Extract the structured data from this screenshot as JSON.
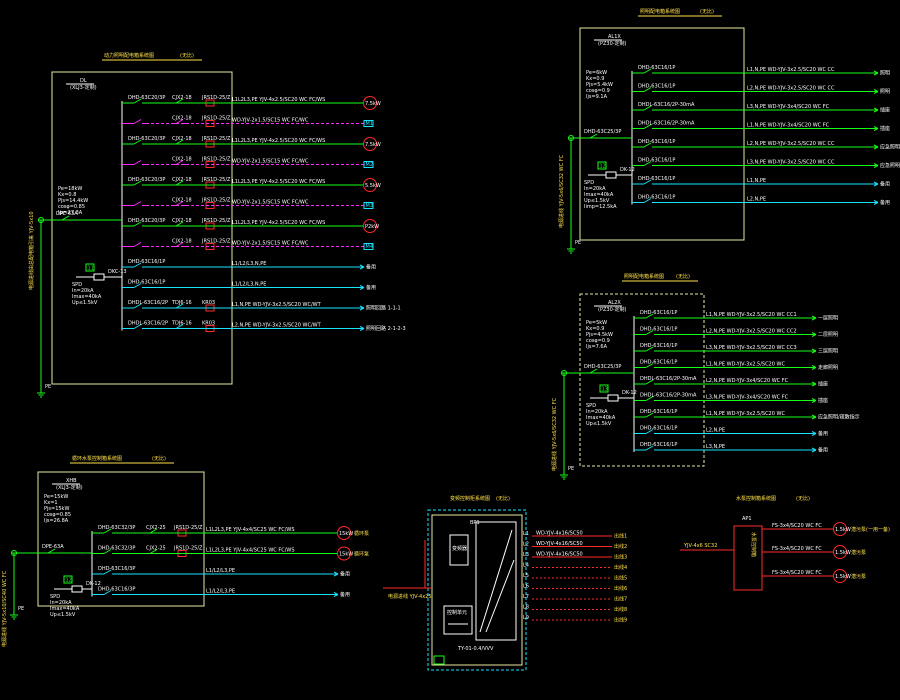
{
  "diagram_1": {
    "title": "动力照明配电箱系统图",
    "scale_note": "(无比)",
    "panel_id": "DL",
    "panel_model": "(XLJ3-定制)",
    "params": [
      "Pe=18kW",
      "Kx=0.8",
      "Pjs=14.4kW",
      "cosφ=0.85",
      "Ijs=27.3A"
    ],
    "incomer": "DPE-63A",
    "spd_tag": "11",
    "spd_name": "SPD",
    "spd_params": [
      "In=20kA",
      "Imax=40kA",
      "Up≤1.5kV"
    ],
    "fuse_tag": "DKC-13",
    "feeder_cable_label": "电源进线由总配电箱引来 YJV-5x10",
    "pe_label": "PE",
    "branches": [
      {
        "breaker": "DHD-63C20/3P",
        "contactor": "CJX2-18",
        "relay": "JRS1D-25/Z",
        "cable": "L1L2L3,PE YJV-4x2.5/SC20 WC FC/WS",
        "load": "7.5kW"
      },
      {
        "breaker": "",
        "contactor": "CJX2-18",
        "relay": "JRS1D-25/Z",
        "cable": "WD-YJV-2x1.5/SC15 WC FC/WC",
        "load": "M1"
      },
      {
        "breaker": "DHD-63C20/3P",
        "contactor": "CJX2-18",
        "relay": "JRS1D-25/Z",
        "cable": "L1L2L3,PE YJV-4x2.5/SC20 WC FC/WS",
        "load": "7.5kW"
      },
      {
        "breaker": "",
        "contactor": "CJX2-18",
        "relay": "JRS1D-25/Z",
        "cable": "WD-YJV-2x1.5/SC15 WC FC/WC",
        "load": "M2"
      },
      {
        "breaker": "DHD-63C20/3P",
        "contactor": "CJX2-18",
        "relay": "JRS1D-25/Z",
        "cable": "L1L2L3,PE YJV-4x2.5/SC20 WC FC/WS",
        "load": "5.5kW"
      },
      {
        "breaker": "",
        "contactor": "CJX2-18",
        "relay": "JRS1D-25/Z",
        "cable": "WD-YJV-2x1.5/SC15 WC FC/WC",
        "load": "M3"
      },
      {
        "breaker": "DHD-63C20/3P",
        "contactor": "CJX2-18",
        "relay": "JRS1D-25/Z",
        "cable": "L1L2L3,PE YJV-4x2.5/SC20 WC FC/WS",
        "load": "P2kW"
      },
      {
        "breaker": "",
        "contactor": "CJX2-18",
        "relay": "JRS1D-25/Z",
        "cable": "WD-YJV-2x1.5/SC15 WC FC/WC",
        "load": "M4"
      },
      {
        "breaker": "DHD-63C16/1P",
        "contactor": "",
        "relay": "",
        "cable": "L1/L2/L3,N,PE",
        "load": "备用"
      },
      {
        "breaker": "DHD-63C16/1P",
        "contactor": "",
        "relay": "",
        "cable": "L1/L2/L3,N,PE",
        "load": "备用"
      },
      {
        "breaker": "DHDL-63C16/2P",
        "contactor": "TDJ6-16",
        "relay": "KR03",
        "cable": "L1,N,PE WD-YJV-3x2.5/SC20 WC/WT",
        "load": "照明回路 1-1-1"
      },
      {
        "breaker": "DHDL-63C16/2P",
        "contactor": "TDJ6-16",
        "relay": "KR03",
        "cable": "L2,N,PE WD-YJV-3x2.5/SC20 WC/WT",
        "load": "照明回路 2-1-2-3"
      }
    ]
  },
  "diagram_2": {
    "title": "照明配电箱系统图",
    "scale_note": "(无比)",
    "panel_id": "AL1X",
    "panel_model": "(PZ30-定制)",
    "params": [
      "Pe=6kW",
      "Kx=0.9",
      "Pjs=5.4kW",
      "cosφ=0.9",
      "Ijs=9.1A"
    ],
    "incomer": "DHD-63C25/3P",
    "spd_tag": "12",
    "spd_name": "SPD",
    "spd_params": [
      "In=20kA",
      "Imax=40kA",
      "Up≤1.5kV",
      "Iimp=12.5kA"
    ],
    "fuse_tag": "DK-12",
    "feeder_cable_label": "电源进线 YJV-5x6/SC32 WC FC",
    "pe_label": "PE",
    "branches": [
      {
        "breaker": "DHD-63C16/1P",
        "cable": "L1,N,PE WD-YJV-3x2.5/SC20 WC CC",
        "load": "照明"
      },
      {
        "breaker": "DHD-63C16/1P",
        "cable": "L2,N,PE WD-YJV-3x2.5/SC20 WC CC",
        "load": "照明"
      },
      {
        "breaker": "DHDL-63C16/2P-30mA",
        "cable": "L3,N,PE WD-YJV-3x4/SC20 WC FC",
        "load": "插座"
      },
      {
        "breaker": "DHDL-63C16/2P-30mA",
        "cable": "L1,N,PE WD-YJV-3x4/SC20 WC FC",
        "load": "插座"
      },
      {
        "breaker": "DHD-63C16/1P",
        "cable": "L2,N,PE WD-YJV-3x2.5/SC20 WC CC",
        "load": "应急照明"
      },
      {
        "breaker": "DHD-63C16/1P",
        "cable": "L3,N,PE WD-YJV-3x2.5/SC20 WC CC",
        "load": "应急照明"
      },
      {
        "breaker": "DHD-63C16/1P",
        "cable": "L1,N,PE",
        "load": "备用"
      },
      {
        "breaker": "DHD-63C16/1P",
        "cable": "L2,N,PE",
        "load": "备用"
      }
    ]
  },
  "diagram_3": {
    "title": "照明配电箱系统图",
    "scale_note": "(无比)",
    "panel_id": "AL2X",
    "panel_model": "(PZ30-定制)",
    "params": [
      "Pe=5kW",
      "Kx=0.9",
      "Pjs=4.5kW",
      "cosφ=0.9",
      "Ijs=7.6A"
    ],
    "incomer": "DHD-63C25/3P",
    "spd_tag": "13",
    "spd_name": "SPD",
    "spd_params": [
      "In=20kA",
      "Imax=40kA",
      "Up≤1.5kV"
    ],
    "fuse_tag": "DK-12",
    "feeder_cable_label": "电源进线 YJV-5x6/SC32 WC FC",
    "pe_label": "PE",
    "branches": [
      {
        "breaker": "DHD-63C16/1P",
        "cable": "L1,N,PE WD-YJV-3x2.5/SC20 WC CC1",
        "load": "一层照明"
      },
      {
        "breaker": "DHD-63C16/1P",
        "cable": "L2,N,PE WD-YJV-3x2.5/SC20 WC CC2",
        "load": "二层照明"
      },
      {
        "breaker": "DHD-63C16/1P",
        "cable": "L3,N,PE WD-YJV-3x2.5/SC20 WC CC3",
        "load": "三层照明"
      },
      {
        "breaker": "DHD-63C16/1P",
        "cable": "L1,N,PE WD-YJV-3x2.5/SC20 WC",
        "load": "走廊照明"
      },
      {
        "breaker": "DHDL-63C16/2P-30mA",
        "cable": "L2,N,PE WD-YJV-3x4/SC20 WC FC",
        "load": "插座"
      },
      {
        "breaker": "DHDL-63C16/2P-30mA",
        "cable": "L3,N,PE WD-YJV-3x4/SC20 WC FC",
        "load": "插座"
      },
      {
        "breaker": "DHD-63C16/1P",
        "cable": "L1,N,PE WD-YJV-3x2.5/SC20 WC",
        "load": "应急照明/疏散指示"
      },
      {
        "breaker": "DHD-63C16/1P",
        "cable": "L2,N,PE",
        "load": "备用"
      },
      {
        "breaker": "DHD-63C16/1P",
        "cable": "L3,N,PE",
        "load": "备用"
      }
    ]
  },
  "diagram_4": {
    "title": "循环水泵控制箱系统图",
    "scale_note": "(无比)",
    "panel_id": "XHB",
    "panel_model": "(XLJ3-定制)",
    "params": [
      "Pe=15kW",
      "Kx=1",
      "Pjs=15kW",
      "cosφ=0.85",
      "Ijs=26.8A"
    ],
    "incomer": "DPE-63A",
    "spd_tag": "12",
    "spd_name": "SPD",
    "spd_params": [
      "In=20kA",
      "Imax=40kA",
      "Up≤1.5kV"
    ],
    "fuse_tag": "DK-12",
    "feeder_cable_label": "电源进线 YJV-5x10/SC40 WC FC",
    "pe_label": "PE",
    "branches": [
      {
        "breaker": "DHD-63C32/3P",
        "contactor": "CJX2-25",
        "relay": "JRS1D-25/Z",
        "cable": "L1L2L3,PE YJV-4x4/SC25 WC FC/WS",
        "load": "15kW",
        "tag": "循环泵"
      },
      {
        "breaker": "DHD-63C32/3P",
        "contactor": "CJX2-25",
        "relay": "JRS1D-25/Z",
        "cable": "L1L2L3,PE YJV-4x4/SC25 WC FC/WS",
        "load": "15kW",
        "tag": "循环泵"
      },
      {
        "breaker": "DHD-63C16/3P",
        "cable": "L1/L2/L3,PE",
        "load": "备用"
      },
      {
        "breaker": "DHD-63C16/3P",
        "cable": "L1/L2/L3,PE",
        "load": "备用"
      }
    ]
  },
  "diagram_5": {
    "title": "变频控制柜系统图",
    "scale_note": "(无比)",
    "panel_id": "BP1",
    "panel_model": "TY-01-0.4/VVV",
    "inner_labels": [
      "变频器",
      "控制单元"
    ],
    "feeder_cable_label": "电源进线 YJV-4x25",
    "outputs": [
      {
        "tag": "L1",
        "cable": "WD-YJV-4x16/SC50",
        "load": "出线1"
      },
      {
        "tag": "L2",
        "cable": "WD-YJV-4x16/SC50",
        "load": "出线2"
      },
      {
        "tag": "L3",
        "cable": "WD-YJV-4x16/SC50",
        "load": "出线3"
      },
      {
        "tag": "L4",
        "cable": "",
        "load": "出线4"
      },
      {
        "tag": "L5",
        "cable": "",
        "load": "出线5"
      },
      {
        "tag": "L6",
        "cable": "",
        "load": "出线6"
      },
      {
        "tag": "L7",
        "cable": "",
        "load": "出线7"
      },
      {
        "tag": "L8",
        "cable": "",
        "load": "出线8"
      },
      {
        "tag": "L9",
        "cable": "",
        "load": "出线9"
      }
    ]
  },
  "diagram_6": {
    "title": "水泵控制箱系统图",
    "scale_note": "(无比)",
    "panel_id": "AP1",
    "panel_label": "水泵控制箱",
    "feeder_cable_label": "YJV-4x6 SC32",
    "branches": [
      {
        "cable": "FS-3x4/SC20 WC FC",
        "load": "1.5kW",
        "tag": "潜污泵(一用一备)"
      },
      {
        "cable": "FS-3x4/SC20 WC FC",
        "load": "1.5kW",
        "tag": "潜污泵"
      },
      {
        "cable": "FS-3x4/SC20 WC FC",
        "load": "1.5kW",
        "tag": "潜污泵"
      }
    ]
  },
  "colors": {
    "background": "#000000",
    "frame": "#e8e8a0",
    "bus": "#ffffff",
    "line_green": "#18ff18",
    "line_cyan": "#19e3ff",
    "line_magenta": "#ff2cff",
    "line_red": "#ff2a2a",
    "text_yellow": "#ffe14a",
    "text_white": "#ffffff"
  },
  "icons": [
    "breaker-symbol",
    "contactor-symbol",
    "thermal-relay-symbol",
    "motor-circle",
    "spd-box",
    "ground-symbol"
  ]
}
